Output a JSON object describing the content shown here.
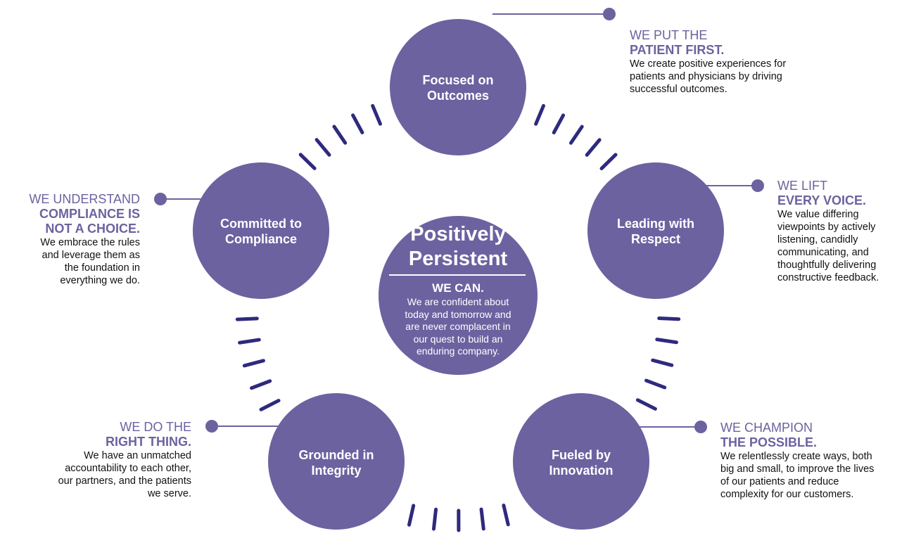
{
  "colors": {
    "circle_fill": "#6c62a0",
    "dash": "#2e2a7e",
    "heading": "#6c62a0",
    "body_text": "#111111",
    "on_circle_text": "#ffffff"
  },
  "center": {
    "title_line1": "Positively",
    "title_line2": "Persistent",
    "heading": "WE CAN.",
    "body_lines": [
      "We are confident about",
      "today and tomorrow and",
      "are never complacent in",
      "our quest to build an",
      "enduring company."
    ]
  },
  "values": [
    {
      "id": "outcomes",
      "circle_line1": "Focused on",
      "circle_line2": "Outcomes",
      "heading_line1": "WE PUT THE",
      "heading_line2": "PATIENT FIRST.",
      "body_lines": [
        "We create positive experiences for",
        "patients and physicians by driving",
        "successful outcomes."
      ]
    },
    {
      "id": "respect",
      "circle_line1": "Leading with",
      "circle_line2": "Respect",
      "heading_line1": "WE LIFT",
      "heading_line2": "EVERY VOICE.",
      "body_lines": [
        "We value differing",
        "viewpoints by actively",
        "listening, candidly",
        "communicating, and",
        "thoughtfully delivering",
        "constructive feedback."
      ]
    },
    {
      "id": "innovation",
      "circle_line1": "Fueled by",
      "circle_line2": "Innovation",
      "heading_line1": "WE CHAMPION",
      "heading_line2": "THE POSSIBLE.",
      "body_lines": [
        "We relentlessly create ways, both",
        "big and small, to improve the lives",
        "of our patients and reduce",
        "complexity for our customers."
      ]
    },
    {
      "id": "integrity",
      "circle_line1": "Grounded in",
      "circle_line2": "Integrity",
      "heading_line1": "WE DO THE",
      "heading_line2": "RIGHT THING.",
      "body_lines": [
        "We have an unmatched",
        "accountability to each other,",
        "our partners, and the patients",
        "we serve."
      ]
    },
    {
      "id": "compliance",
      "circle_line1": "Committed to",
      "circle_line2": "Compliance",
      "heading_line1": "WE UNDERSTAND",
      "heading_line2": "COMPLIANCE IS",
      "heading_line3": "NOT A CHOICE.",
      "body_lines": [
        "We embrace the rules",
        "and leverage them as",
        "the foundation in",
        "everything we do."
      ]
    }
  ]
}
